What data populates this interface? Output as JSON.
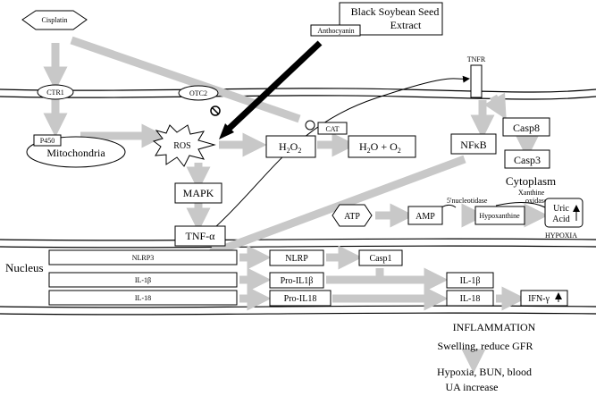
{
  "nodes": {
    "cisplatin": "Cisplatin",
    "extract_line1": "Black Soybean Seed",
    "extract_line2": "Extract",
    "anthocyanin": "Anthocyanin",
    "ctr1": "CTR1",
    "otc2": "OTC2",
    "tnfr": "TNFR",
    "p450": "P450",
    "mitochondria": "Mitochondria",
    "ros": "ROS",
    "h2o2": "H",
    "h2o2_sub": "2",
    "h2o2_tail": "O",
    "h2o2_sub2": "2",
    "cat": "CAT",
    "h2o_o2": "H",
    "h2o_sub": "2",
    "h2o_mid": "O + O",
    "o2_sub": "2",
    "nfkb": "NFκB",
    "casp8": "Casp8",
    "casp3": "Casp3",
    "cytoplasm": "Cytoplasm",
    "mapk": "MAPK",
    "tnfa": "TNF-α",
    "atp": "ATP",
    "amp": "AMP",
    "nucleotidase": "5'nucleotidase",
    "hypoxanthine": "Hypoxanthine",
    "xanthine_line1": "Xanthine",
    "xanthine_line2": "oxidase",
    "uric_line1": "Uric",
    "uric_line2": "Acid",
    "hypoxia_label": "HYPOXIA",
    "nucleus": "Nucleus",
    "nlrp3": "NLRP3",
    "il1b_gene": "IL-1β",
    "il18_gene": "IL-18",
    "nlrp": "NLRP",
    "casp1": "Casp1",
    "pro_il1b": "Pro-IL1β",
    "pro_il18": "Pro-IL18",
    "il1b": "IL-1β",
    "il18": "IL-18",
    "ifn": "IFN-γ",
    "inflammation": "INFLAMMATION",
    "swelling": "Swelling, reduce GFR",
    "outcome_line1": "Hypoxia, BUN, blood",
    "outcome_line2": "UA increase"
  }
}
